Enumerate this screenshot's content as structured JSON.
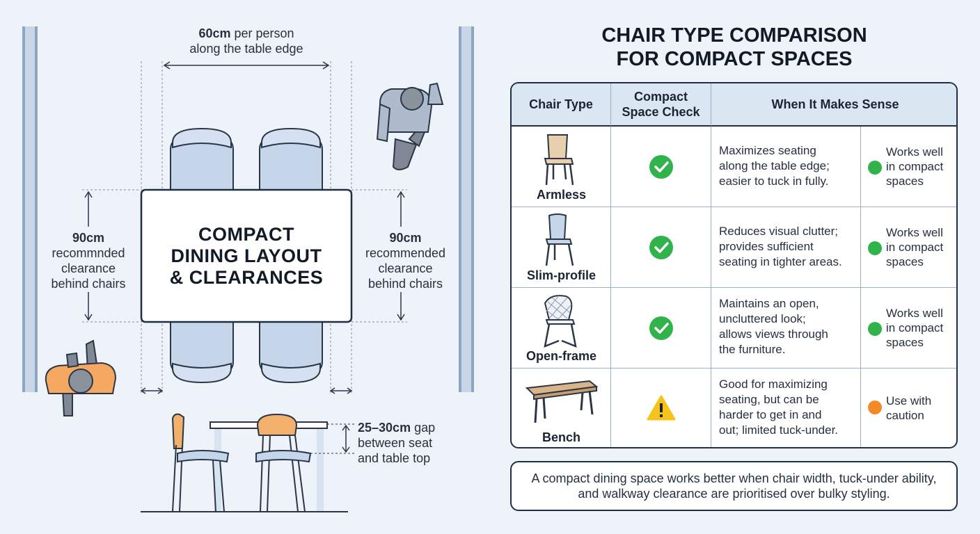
{
  "layout": {
    "title_lines": [
      "COMPACT",
      "DINING LAYOUT",
      "& CLEARANCES"
    ],
    "per_person": {
      "value": "60cm",
      "text": "per person",
      "line2": "along the table edge"
    },
    "left_clearance": {
      "value": "90cm",
      "lines": [
        "recommnded",
        "clearance",
        "behind chairs"
      ]
    },
    "right_clearance": {
      "value": "90cm",
      "lines": [
        "recommended",
        "clearance",
        "behind chairs"
      ]
    },
    "gap": {
      "value": "25–30cm",
      "text": "gap",
      "lines": [
        "between seat",
        "and table top"
      ]
    }
  },
  "comparison": {
    "title_lines": [
      "CHAIR TYPE COMPARISON",
      "FOR COMPACT SPACES"
    ],
    "headers": {
      "chair_type": "Chair Type",
      "check_line1": "Compact",
      "check_line2": "Space Check",
      "sense": "When It Makes Sense"
    },
    "rows": [
      {
        "name": "Armless",
        "status": "check",
        "sense_lines": [
          "Maximizes seating",
          "along the table edge;",
          "easier to tuck in fully."
        ],
        "verdict_lines": [
          "Works well",
          "in compact",
          "spaces"
        ],
        "dot_color": "#2fb34a",
        "icon": "armless-chair-icon"
      },
      {
        "name": "Slim-profile",
        "status": "check",
        "sense_lines": [
          "Reduces visual clutter;",
          "provides sufficient",
          "seating in tighter areas."
        ],
        "verdict_lines": [
          "Works well",
          "in compact",
          "spaces"
        ],
        "dot_color": "#2fb34a",
        "icon": "slim-chair-icon"
      },
      {
        "name": "Open-frame",
        "status": "check",
        "sense_lines": [
          "Maintains an open,",
          "uncluttered look;",
          "allows views through",
          "the furniture."
        ],
        "verdict_lines": [
          "Works well",
          "in compact",
          "spaces"
        ],
        "dot_color": "#2fb34a",
        "icon": "wire-chair-icon"
      },
      {
        "name": "Bench",
        "status": "warning",
        "sense_lines": [
          "Good for maximizing",
          "seating, but can be",
          "harder to get in and",
          "out; limited tuck-under."
        ],
        "verdict_lines": [
          "Use with",
          "caution"
        ],
        "dot_color": "#f28a28",
        "icon": "bench-icon"
      }
    ]
  },
  "note": "A compact dining space works better when chair width, tuck-under ability, and walkway clearance are prioritised over bulky styling.",
  "colors": {
    "check_green": "#2fb34a",
    "caution_orange": "#f28a28",
    "warning_yellow": "#f7c21b",
    "chair_blue": "#c6d6ea",
    "outline": "#1f2e45"
  }
}
